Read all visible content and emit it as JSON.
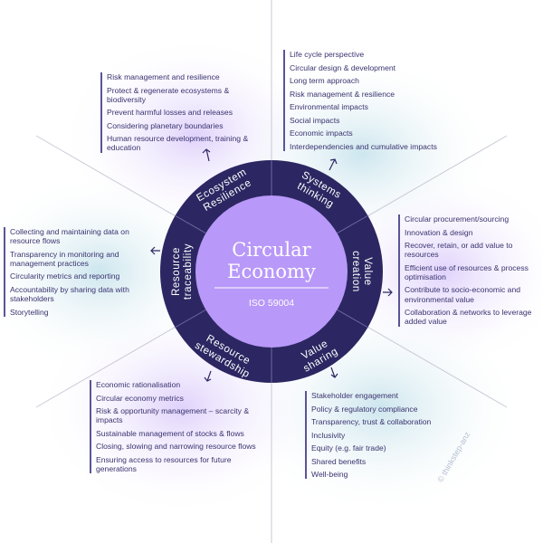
{
  "center": {
    "title_line1": "Circular",
    "title_line2": "Economy",
    "subtitle": "ISO 59004"
  },
  "segments": [
    {
      "line1": "Ecosystem",
      "line2": "Resilience",
      "items": [
        "Risk management and resilience",
        "Protect & regenerate ecosystems & biodiversity",
        "Prevent harmful losses and releases",
        "Considering planetary boundaries",
        "Human resource development, training & education"
      ]
    },
    {
      "line1": "Systems",
      "line2": "thinking",
      "items": [
        "Life cycle perspective",
        "Circular design & development",
        "Long term approach",
        "Risk management & resilience",
        "Environmental impacts",
        "Social impacts",
        "Economic impacts",
        "Interdependencies and cumulative impacts"
      ]
    },
    {
      "line1": "Value",
      "line2": "creation",
      "items": [
        "Circular procurement/sourcing",
        "Innovation & design",
        "Recover, retain, or add value to resources",
        "Efficient use of resources & process optimisation",
        "Contribute to socio-economic and environmental value",
        "Collaboration & networks to leverage added value"
      ]
    },
    {
      "line1": "Value",
      "line2": "sharing",
      "items": [
        "Stakeholder engagement",
        "Policy & regulatory compliance",
        "Transparency, trust & collaboration",
        "Inclusivity",
        "Equity (e.g. fair trade)",
        "Shared benefits",
        "Well-being"
      ]
    },
    {
      "line1": "Resource",
      "line2": "stewardship",
      "items": [
        "Economic rationalisation",
        "Circular economy metrics",
        "Risk & opportunity management – scarcity & impacts",
        "Sustainable management of stocks & flows",
        "Closing, slowing and narrowing resource flows",
        "Ensuring access to resources for future generations"
      ]
    },
    {
      "line1": "Resource",
      "line2": "traceability",
      "items": [
        "Collecting and maintaining data on resource flows",
        "Transparency in monitoring and management practices",
        "Circularity metrics and reporting",
        "Accountability by sharing data with stakeholders",
        "Storytelling"
      ]
    }
  ],
  "copyright": "© thinkstep-anz",
  "colors": {
    "ring": "#2c2762",
    "core": "#b898f8",
    "text": "#3a336f",
    "lavender": "#e6dbfb",
    "teal": "#d3e9f0"
  }
}
